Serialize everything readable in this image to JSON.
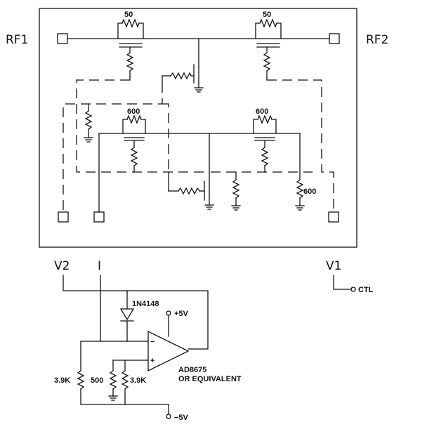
{
  "labels": {
    "rf1": "RF1",
    "rf2": "RF2",
    "v1": "V1",
    "v2": "V2",
    "i": "I",
    "ctl": "CTL",
    "r50_left": "50",
    "r50_right": "50",
    "r600_left": "600",
    "r600_right": "600",
    "r600_shunt": "600",
    "diode": "1N4148",
    "plus5v": "+5V",
    "minus5v": "−5V",
    "opamp_minus": "−",
    "opamp_plus": "+",
    "part": "AD8675",
    "part_note": "OR EQUIVALENT",
    "r39k_left": "3.9K",
    "r500": "500",
    "r39k_right": "3.9K"
  }
}
